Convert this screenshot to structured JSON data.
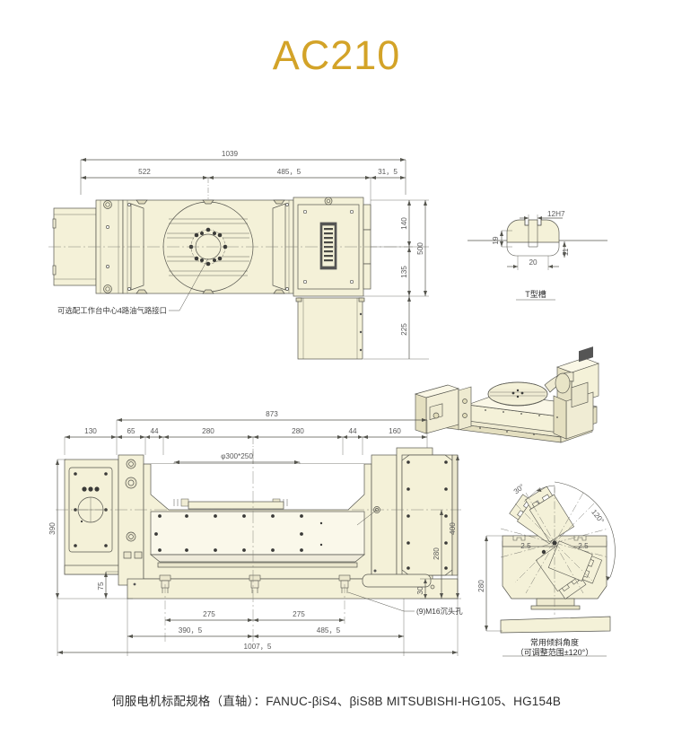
{
  "page": {
    "title": "AC210",
    "title_color": "#d3a328",
    "background": "#ffffff",
    "part_fill": "#f4f1d8",
    "line_color": "#4a4a45"
  },
  "bottom_caption": "伺服电机标配规格（直轴）：FANUC-βiS4、βiS8B  MITSUBISHI-HG105、HG154B",
  "front_view": {
    "name": "front-elevation-view",
    "dimensions": {
      "overall_length": "1039",
      "left_span": "522",
      "right_span": "485，5",
      "end_span": "31，5",
      "upper_height": "140",
      "lower_height": "135",
      "total_height": "500",
      "base_height": "225"
    },
    "note": "可选配工作台中心4路油气路接口"
  },
  "t_slot_detail": {
    "name": "t-slot-detail",
    "label": "T型槽",
    "dimensions": {
      "slot_width": "12H7",
      "top_depth": "19",
      "bottom_depth": "11",
      "base_width": "20"
    }
  },
  "iso_view": {
    "name": "isometric-3d-view",
    "label": ""
  },
  "plan_view": {
    "name": "plan-top-view",
    "dimensions": {
      "span_873": "873",
      "d130": "130",
      "d65": "65",
      "d44_left": "44",
      "d280_left": "280",
      "d280_right": "280",
      "d44_right": "44",
      "d160": "160",
      "height_390": "390",
      "height_400": "400",
      "height_280": "280",
      "d75": "75",
      "d30": "30",
      "d275_left": "275",
      "d275_right": "275",
      "d390_5": "390，5",
      "d485_5": "485，5",
      "overall_1007_5": "1007，5",
      "table_size": "φ300*250"
    },
    "note": "(9)M16沉头孔"
  },
  "tilt_diagram": {
    "name": "tilt-angle-diagram",
    "caption_line1": "常用倾斜角度",
    "caption_line2": "（可调整范围±120°）",
    "angles": {
      "a30": "30°",
      "a120": "120°",
      "a2_5_left": "2.5",
      "a2_5_right": "2.5"
    },
    "height": "280"
  }
}
